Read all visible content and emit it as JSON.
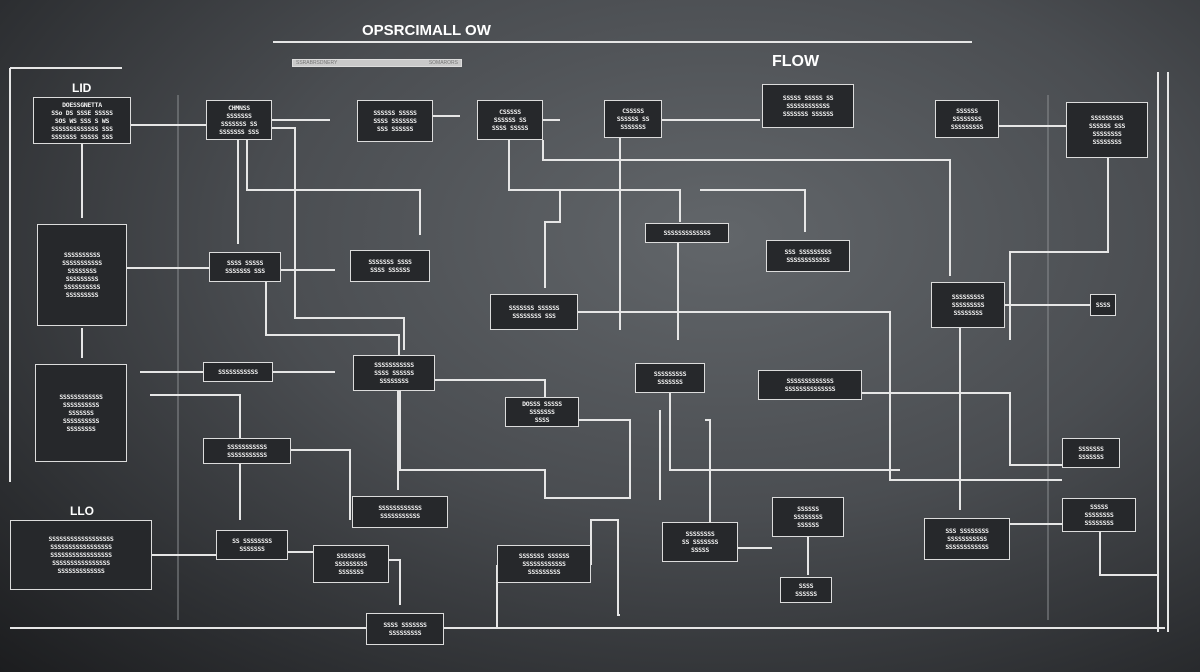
{
  "header": {
    "title": "OPSRCIMALL OW",
    "subtitle_left": "SSRABRSDNERY",
    "subtitle_right": "SOMARORS",
    "right_title": "FLOW"
  },
  "labels": {
    "lid": "LID",
    "llo": "LLO"
  },
  "colors": {
    "line": "#e6e6e6",
    "box_bg": "#26282b",
    "background": "#4a4d51"
  },
  "boxes": [
    [
      "DOESSGNETTA",
      "SSo DS SSSE SSSSS",
      "SOS WS SSS S WS",
      "SSSSSSSSSSSSS SSS",
      "SSSSSSS SSSSS SSS"
    ],
    [
      "CHMNSS",
      "SSSSSSS",
      "SSSSSSS SS",
      "SSSSSSS SSS"
    ],
    [
      "SSSSSS SSSSS",
      "SSSS SSSSSSS",
      "SSS SSSSSS"
    ],
    [
      "CSSSSS",
      "SSSSSS SS",
      "SSSS SSSSS"
    ],
    [
      "CSSSSS",
      "SSSSSS SS",
      "SSSSSSS"
    ],
    [
      "SSSSS SSSSS SS",
      "SSSSSSSSSSSS",
      "SSSSSSS SSSSSS"
    ],
    [
      "SSSSSS",
      "SSSSSSSS",
      "SSSSSSSSS"
    ],
    [
      "SSSSSSSSS",
      "SSSSSS SSS",
      "SSSSSSSS",
      "SSSSSSSS"
    ],
    [
      "SSSSSSSSSS",
      "SSSSSSSSSSS",
      "SSSSSSSS",
      "SSSSSSSSS",
      "SSSSSSSSSS",
      "SSSSSSSSS"
    ],
    [
      "SSSS SSSSS",
      "SSSSSSS SSS"
    ],
    [
      "SSSSSSS SSSS",
      "SSSS SSSSSS"
    ],
    [
      "SSSSSSSSSSSSS"
    ],
    [
      "SSS SSSSSSSSS",
      "SSSSSSSSSSSS"
    ],
    [
      "SSSSSSS SSSSSS",
      "SSSSSSSS SSS"
    ],
    [
      "SSSSSSSSS",
      "SSSSSSSSS",
      "SSSSSSSS"
    ],
    [
      "SSSS"
    ],
    [
      "SSSSSSSSSSSS",
      "SSSSSSSSSS",
      "SSSSSSS",
      "SSSSSSSSSS",
      "SSSSSSSS"
    ],
    [
      "SSSSSSSSSSS"
    ],
    [
      "SSSSSSSSSSS",
      "SSSS SSSSSS",
      "SSSSSSSS"
    ],
    [
      "SSSSSSSSS",
      "SSSSSSS"
    ],
    [
      "SSSSSSSSSSSSS",
      "SSSSSSSSSSSSSS"
    ],
    [
      "DOSSS SSSSS",
      "SSSSSSS",
      "SSSS"
    ],
    [
      "SSSSSSSSSSS",
      "SSSSSSSSSSS"
    ],
    [
      "SSSSSSS",
      "SSSSSSS"
    ],
    [
      "SSSSSSSSSSSSSSSSSS",
      "SSSSSSSSSSSSSSSSS",
      "SSSSSSSSSSSSSSSSS",
      "SSSSSSSSSSSSSSSS",
      "SSSSSSSSSSSSS"
    ],
    [
      "SS SSSSSSSS",
      "SSSSSSS"
    ],
    [
      "SSSSSSSSSSSS",
      "SSSSSSSSSSS"
    ],
    [
      "SSSSSSSS",
      "SSSSSSSSS",
      "SSSSSSS"
    ],
    [
      "SSSSSSS SSSSSS",
      "SSSSSSSSSSSS",
      "SSSSSSSSS"
    ],
    [
      "SSSSSSSS",
      "SS SSSSSSS",
      "SSSSS"
    ],
    [
      "SSSSSS",
      "SSSSSSSS",
      "SSSSSS"
    ],
    [
      "SSS SSSSSSSS",
      "SSSSSSSSSSS",
      "SSSSSSSSSSSS"
    ],
    [
      "SSSSS",
      "SSSSSSSS",
      "SSSSSSSS"
    ],
    [
      "SSSS SSSSSSS",
      "SSSSSSSSS"
    ],
    [
      "SSSS",
      "SSSSSS"
    ]
  ]
}
